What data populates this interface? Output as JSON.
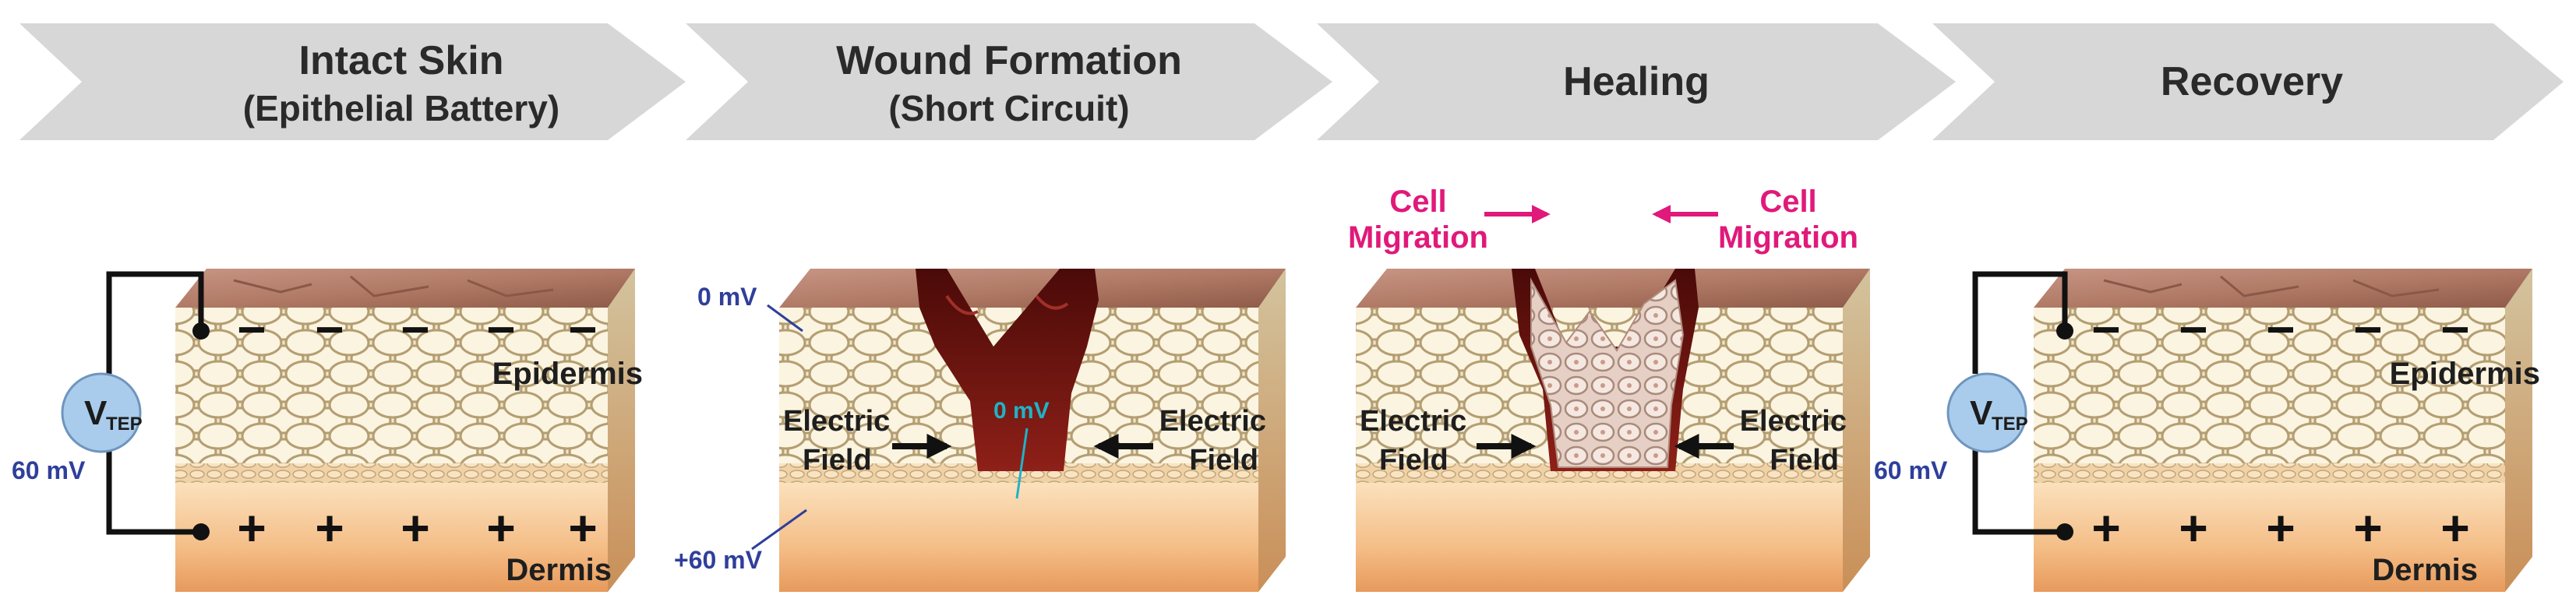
{
  "stages": [
    {
      "title": "Intact Skin",
      "subtitle": "(Epithelial Battery)"
    },
    {
      "title": "Wound Formation",
      "subtitle": "(Short Circuit)"
    },
    {
      "title": "Healing",
      "subtitle": ""
    },
    {
      "title": "Recovery",
      "subtitle": ""
    }
  ],
  "labels": {
    "epidermis": "Epidermis",
    "dermis": "Dermis",
    "electric": "Electric",
    "field": "Field",
    "cell": "Cell",
    "migration": "Migration",
    "v_main": "V",
    "v_sub": "TEP",
    "voltage": "60 mV",
    "zero_mv": "0 mV",
    "plus_sixty": "+60 mV",
    "minus": "−",
    "plus": "+"
  },
  "colors": {
    "chevron": "#d7d7d7",
    "skin_top": "#b07a66",
    "epidermis": "#efe5c8",
    "dermis": "#f3c08f",
    "wound": "#6e1410",
    "migration": "#e0197a",
    "voltage_text": "#2f3f9a",
    "vtep_circle": "#a9ccec"
  }
}
